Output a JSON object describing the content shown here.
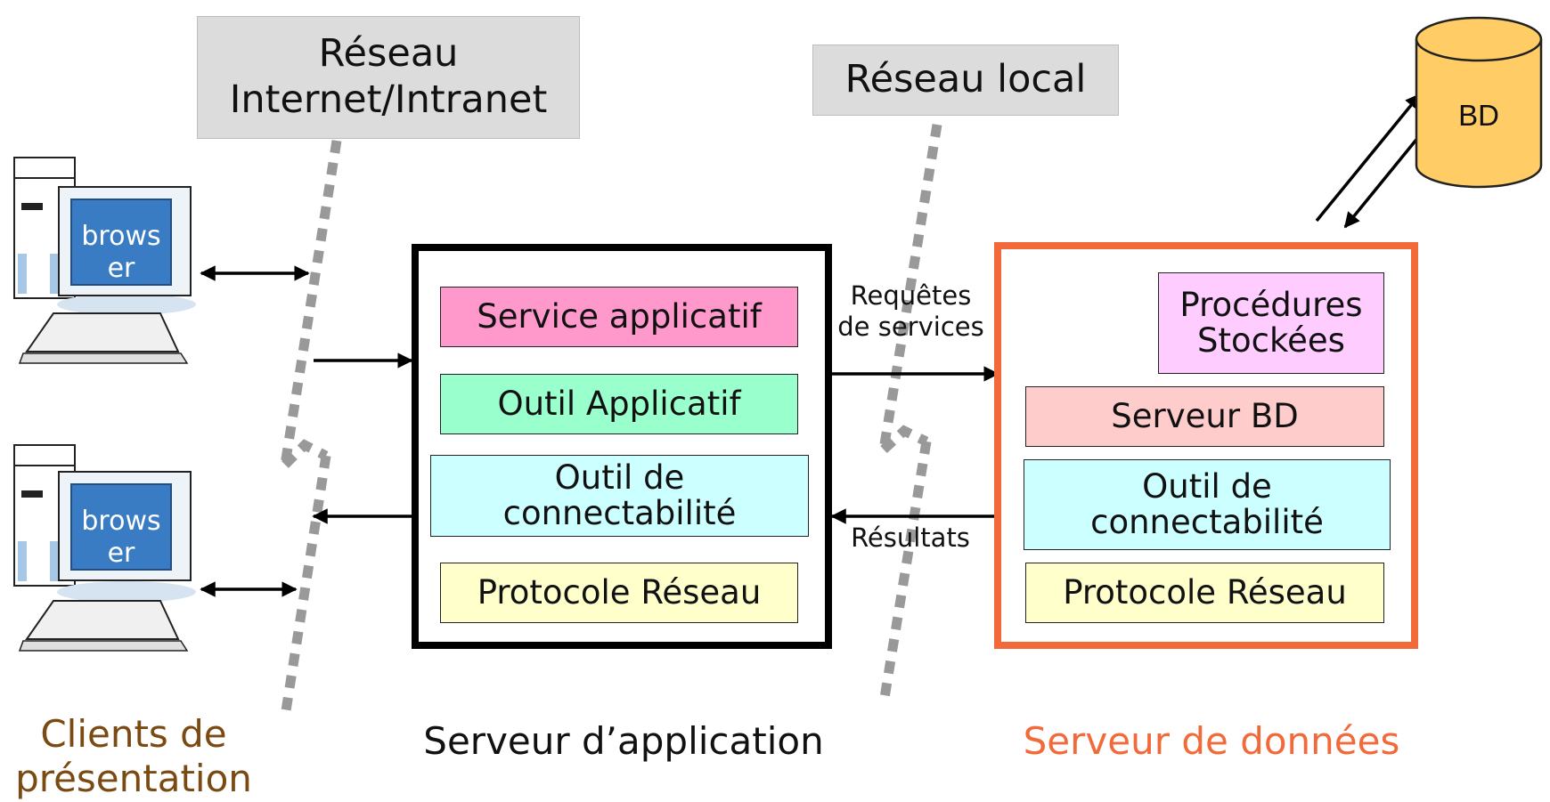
{
  "networks": {
    "internet_line1": "Réseau",
    "internet_line2": "Internet/Intranet",
    "local": "Réseau local"
  },
  "clients": {
    "browser_top_line1": "brows",
    "browser_top_line2": "er",
    "browser_bottom_line1": "brows",
    "browser_bottom_line2": "er",
    "caption_line1": "Clients de",
    "caption_line2": "présentation"
  },
  "app_server": {
    "layers": {
      "service": "Service applicatif",
      "tool": "Outil Applicatif",
      "connect_line1": "Outil de",
      "connect_line2": "connectabilité",
      "protocol": "Protocole Réseau"
    },
    "caption": "Serveur d’application"
  },
  "flows": {
    "requests_line1": "Requêtes",
    "requests_line2": "de services",
    "results": "Résultats"
  },
  "data_server": {
    "layers": {
      "procs_line1": "Procédures",
      "procs_line2": "Stockées",
      "db_server": "Serveur BD",
      "connect_line1": "Outil de",
      "connect_line2": "connectabilité",
      "protocol": "Protocole Réseau"
    },
    "caption": "Serveur de données"
  },
  "database": {
    "label": "BD"
  },
  "colors": {
    "app_border": "#000000",
    "data_border": "#f26a3a",
    "service": "#ff99cc",
    "tool": "#99ffcc",
    "connect": "#ccffff",
    "protocol": "#ffffcc",
    "procs": "#ffccff",
    "db_server": "#ffcccc",
    "db_fill": "#ffcc66",
    "clients_caption": "#7a4a12",
    "data_caption": "#f26a3a"
  }
}
